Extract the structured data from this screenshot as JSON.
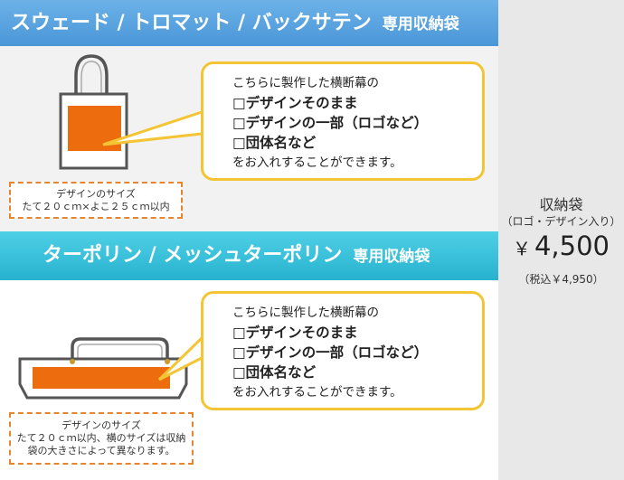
{
  "section1": {
    "title_main": "スウェード / トロマット / バックサテン",
    "title_sub": "専用収納袋",
    "callout": {
      "lead": "こちらに製作した横断幕の",
      "options": [
        "□デザインそのまま",
        "□デザインの一部（ロゴなど）",
        "□団体名など"
      ],
      "tail": "をお入れすることができます。"
    },
    "size_note": [
      "デザインのサイズ",
      "たて２０ｃｍ×よこ２５ｃｍ以内"
    ]
  },
  "section2": {
    "title_main": "ターポリン / メッシュターポリン",
    "title_sub": "専用収納袋",
    "callout": {
      "lead": "こちらに製作した横断幕の",
      "options": [
        "□デザインそのまま",
        "□デザインの一部（ロゴなど）",
        "□団体名など"
      ],
      "tail": "をお入れすることができます。"
    },
    "size_note": [
      "デザインのサイズ",
      "たて２０ｃｍ以内、横のサイズは収納",
      "袋の大きさによって異なります。"
    ]
  },
  "price": {
    "label": "収納袋",
    "note": "（ロゴ・デザイン入り）",
    "currency": "￥",
    "amount": "4,500",
    "tax_included": "（税込￥4,950）"
  },
  "colors": {
    "header1": "#4a96d8",
    "header2": "#28b2cf",
    "callout_border": "#f3c534",
    "design_orange": "#ec6c0e",
    "dashed_border": "#e8842e",
    "price_panel": "#e8e8e8"
  }
}
